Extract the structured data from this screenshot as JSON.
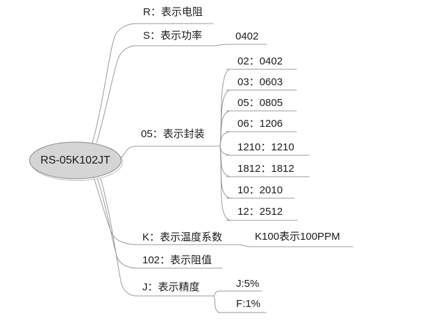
{
  "root": {
    "label": "RS-05K102JT"
  },
  "branches": [
    {
      "label": "R：表示电阻"
    },
    {
      "label": "S：表示功率",
      "children": [
        {
          "label": "0402"
        }
      ]
    },
    {
      "label": "05：表示封装",
      "children": [
        {
          "label": "02：0402"
        },
        {
          "label": "03：0603"
        },
        {
          "label": "05：0805"
        },
        {
          "label": "06：1206"
        },
        {
          "label": "1210：1210"
        },
        {
          "label": "1812：1812"
        },
        {
          "label": "10：2010"
        },
        {
          "label": "12：2512"
        }
      ]
    },
    {
      "label": "K：表示温度系数",
      "children": [
        {
          "label": "K100表示100PPM"
        }
      ]
    },
    {
      "label": "102：表示阻值"
    },
    {
      "label": "J：表示精度",
      "children": [
        {
          "label": "J:5%"
        },
        {
          "label": "F:1%"
        }
      ]
    }
  ],
  "colors": {
    "background": "#ffffff",
    "line": "#999999",
    "text": "#1a1a1a",
    "node_fill": "#d5d5d5",
    "node_stroke": "#8a8a8a",
    "node_shadow": "#c6c6c6"
  }
}
